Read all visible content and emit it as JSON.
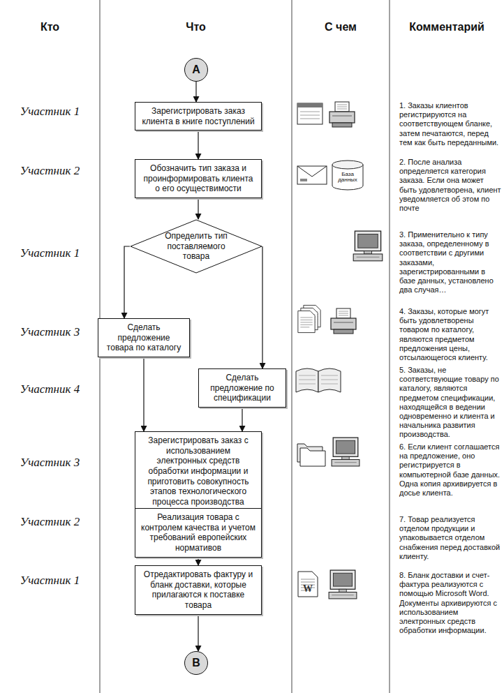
{
  "diagram": {
    "nodes": [
      {
        "text": [
          "A"
        ]
      },
      {
        "text": [
          "Зарегистрировать заказ клиента в книге поступлений"
        ]
      },
      {
        "text": [
          "Обозначить тип заказа и проинформировать клиента о его осуществимости"
        ]
      },
      {
        "text": [
          "Определить тип поставляемого товара"
        ]
      },
      {
        "text": [
          "Сделать предложение товара по каталогу"
        ]
      },
      {
        "text": [
          "Сделать предложение по спецификации"
        ]
      },
      {
        "text": [
          "Зарегистрировать заказ с использованием электронных средств обработки информации и приготовить совокупность этапов технологического процесса производства"
        ]
      },
      {
        "text": [
          "Реализация товара с контролем качества и учетом требований европейских нормативов"
        ]
      },
      {
        "text": [
          "Отредактировать фактуру и бланк доставки, которые прилагаются к поставке товара"
        ]
      },
      {
        "text": [
          "B"
        ]
      }
    ],
    "edges": [
      {
        "from": 0,
        "to": 1,
        "arrow": "to"
      },
      {
        "from": 1,
        "to": 2,
        "arrow": "to"
      },
      {
        "from": 2,
        "to": 3,
        "arrow": "to"
      },
      {
        "from": 3,
        "to": 4,
        "arrow": "to"
      },
      {
        "from": 3,
        "to": 5,
        "arrow": "to"
      },
      {
        "from": 4,
        "to": 6,
        "arrow": "to"
      },
      {
        "from": 5,
        "to": 6,
        "arrow": "to"
      },
      {
        "from": 6,
        "to": 7,
        "arrow": "to"
      },
      {
        "from": 7,
        "to": 8,
        "arrow": "to"
      },
      {
        "from": 8,
        "to": 9,
        "arrow": "to"
      }
    ],
    "labels": [
      "Кто",
      "Что",
      "С чем",
      "Комментарий",
      "Участник 1",
      "1. Заказы клиентов регистрируются на соответствующем бланке, затем печатаются, перед тем как быть переданными.",
      "Участник 2",
      "База данных",
      "2. После анализа определяется категория заказа. Если она может быть удовлетворена, клиент уведомляется об этом по почте",
      "Участник 1",
      "3. Применительно к типу заказа, определенному в соответствии с другими заказами, зарегистрированными в базе данных, установлено два случая…",
      "Участник 3",
      "4. Заказы, которые могут быть удовлетворены товаром по каталогу, являются предметом предложения цены, отсылающегося клиенту.",
      "Участник 4",
      "5. Заказы, не соответствующие товару по каталогу, являются предметом спецификации, находящейся в ведении одновременно и клиента и начальника развития производства.",
      "Участник 3",
      "6. Если клиент соглашается на предложение, оно регистрируется в компьютерной базе данных. Одна копия архивируется в досье клиента.",
      "Участник 2",
      "7. Товар реализуется отделом продукции и упаковывается отделом снабжения перед доставкой клиенту.",
      "Участник 1",
      "W",
      "8. Бланк доставки и счет-фактура реализуются с помощью Microsoft Word. Документы архивируются с использованием электронных средств обработки информации."
    ]
  }
}
